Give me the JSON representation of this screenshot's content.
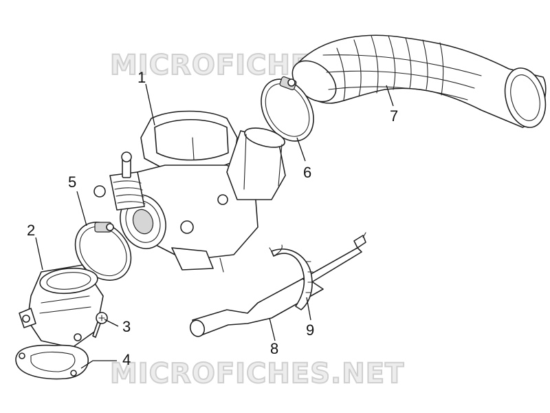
{
  "watermark": {
    "top": "MICROFICHES",
    "bottom": "MICROFICHES.NET"
  },
  "callouts": [
    {
      "id": "1",
      "label": "1"
    },
    {
      "id": "2",
      "label": "2"
    },
    {
      "id": "3",
      "label": "3"
    },
    {
      "id": "4",
      "label": "4"
    },
    {
      "id": "5",
      "label": "5"
    },
    {
      "id": "6",
      "label": "6"
    },
    {
      "id": "7",
      "label": "7"
    },
    {
      "id": "8",
      "label": "8"
    },
    {
      "id": "9",
      "label": "9"
    }
  ]
}
